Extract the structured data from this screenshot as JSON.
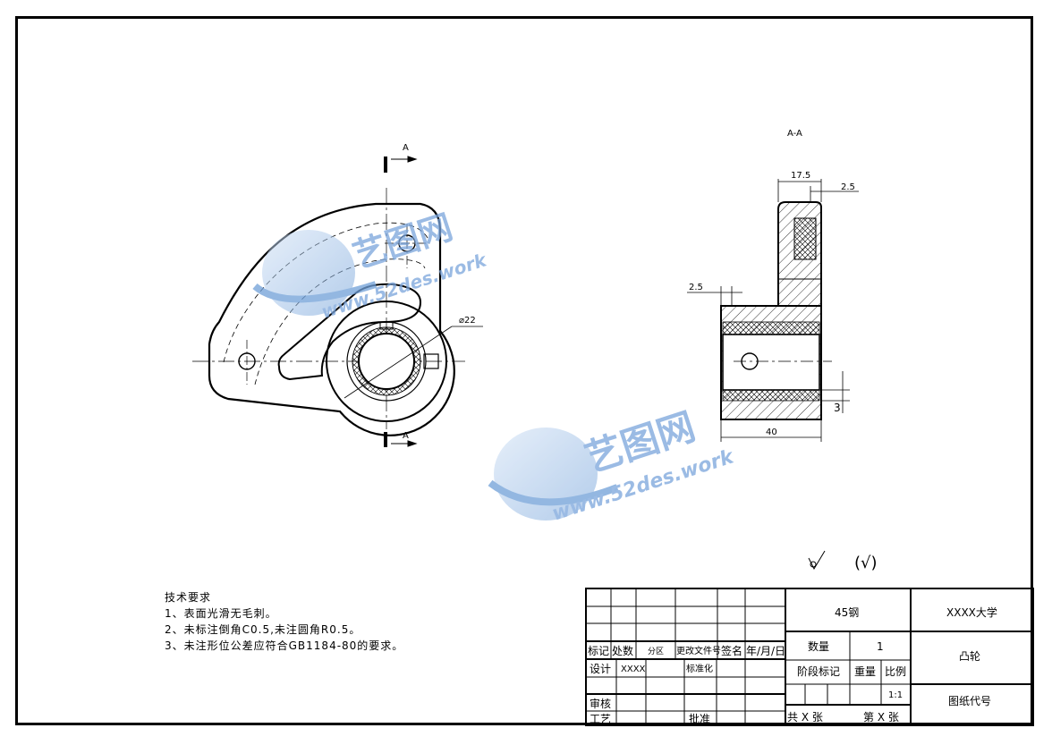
{
  "drawing": {
    "section_label": "A-A",
    "cut_marker_top": "A",
    "cut_marker_bottom": "A",
    "dimensions": {
      "bore_diameter": "⌀22",
      "top_width": "17.5",
      "top_offset": "2.5",
      "left_offset": "2.5",
      "total_length": "40",
      "groove_depth": "3"
    },
    "watermark_text": "艺图网",
    "watermark_url": "www.52des.work",
    "surface_symbol": "(√)"
  },
  "tech_requirements": {
    "title": "技术要求",
    "items": [
      "1、表面光滑无毛刺。",
      "2、未标注倒角C0.5,未注圆角R0.5。",
      "3、未注形位公差应符合GB1184-80的要求。"
    ]
  },
  "title_block": {
    "material": "45钢",
    "school": "XXXX大学",
    "part_name": "凸轮",
    "drawing_no_label": "图纸代号",
    "quantity_label": "数量",
    "quantity_value": "1",
    "stage_label": "阶段标记",
    "weight_label": "重量",
    "scale_label": "比例",
    "scale_value": "1:1",
    "sheets_total": "共 X 张",
    "sheet_no": "第 X 张",
    "row_mark": "标记",
    "row_count": "处数",
    "row_zone": "分区",
    "row_change": "更改文件号",
    "row_sign": "签名",
    "row_date": "年/月/日",
    "design_label": "设计",
    "designer": "XXXX",
    "standard_label": "标准化",
    "review_label": "审核",
    "process_label": "工艺",
    "approve_label": "批准"
  }
}
